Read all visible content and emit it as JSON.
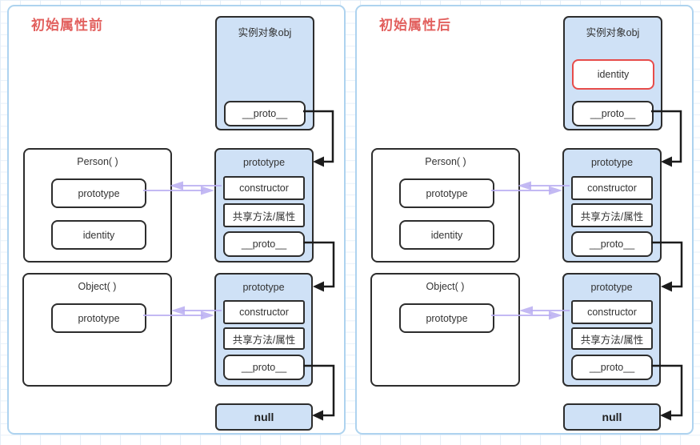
{
  "colors": {
    "title_red": "#e2605e",
    "identity_highlight_border": "#e74c4a",
    "box_fill_blue": "#cfe1f6",
    "panel_border_blue": "#aed3ef",
    "grid_line_blue": "#e4eef8",
    "box_border_dark": "#2d2d2d",
    "proto_chain_arrow_black": "#1c1c1c",
    "prototype_ref_arrow_purple": "#b9adf2",
    "text_dark": "#333333"
  },
  "panels": {
    "left": {
      "title": "初始属性前",
      "instance_box": {
        "title": "实例对象obj",
        "proto": "__proto__"
      },
      "person_box": {
        "title": "Person( )",
        "prototype": "prototype",
        "identity": "identity"
      },
      "person_prototype_box": {
        "title": "prototype",
        "constructor": "constructor",
        "shared": "共享方法/属性",
        "proto": "__proto__"
      },
      "object_box": {
        "title": "Object( )",
        "prototype": "prototype"
      },
      "object_prototype_box": {
        "title": "prototype",
        "constructor": "constructor",
        "shared": "共享方法/属性",
        "proto": "__proto__"
      },
      "null_box": "null"
    },
    "right": {
      "title": "初始属性后",
      "instance_box": {
        "title": "实例对象obj",
        "identity": "identity",
        "proto": "__proto__"
      },
      "person_box": {
        "title": "Person( )",
        "prototype": "prototype",
        "identity": "identity"
      },
      "person_prototype_box": {
        "title": "prototype",
        "constructor": "constructor",
        "shared": "共享方法/属性",
        "proto": "__proto__"
      },
      "object_box": {
        "title": "Object( )",
        "prototype": "prototype"
      },
      "object_prototype_box": {
        "title": "prototype",
        "constructor": "constructor",
        "shared": "共享方法/属性",
        "proto": "__proto__"
      },
      "null_box": "null"
    }
  }
}
